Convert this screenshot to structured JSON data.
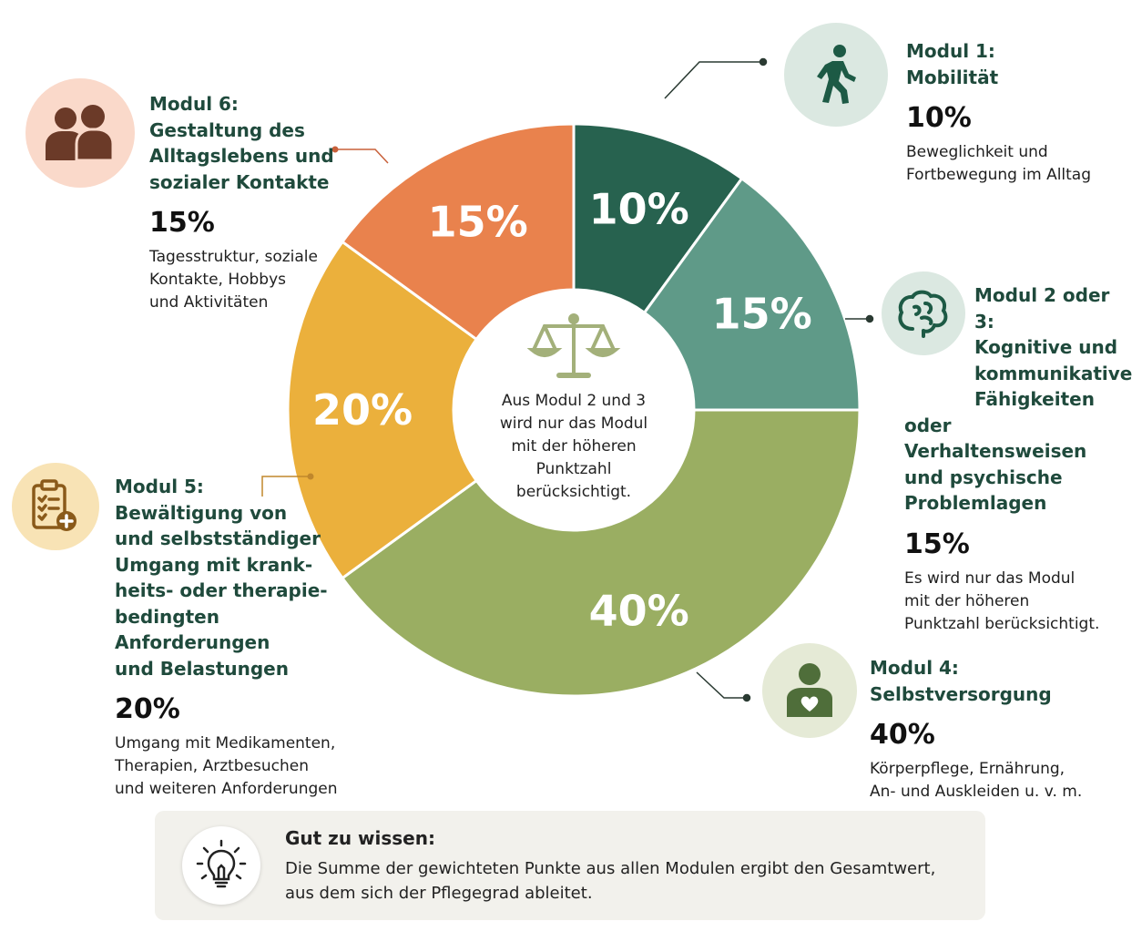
{
  "chart_data": {
    "type": "pie",
    "variant": "donut",
    "slices": [
      {
        "label": "Modul 1",
        "value": 10,
        "label_text": "10%",
        "color": "#27624f"
      },
      {
        "label": "Modul 2 oder 3",
        "value": 15,
        "label_text": "15%",
        "color": "#5f9a88"
      },
      {
        "label": "Modul 4",
        "value": 40,
        "label_text": "40%",
        "color": "#9aae62"
      },
      {
        "label": "Modul 5",
        "value": 20,
        "label_text": "20%",
        "color": "#ebb03c"
      },
      {
        "label": "Modul 6",
        "value": 15,
        "label_text": "15%",
        "color": "#e9824d"
      }
    ],
    "center_text": [
      "Aus Modul 2 und 3",
      "wird nur das Modul",
      "mit der höheren",
      "Punktzahl",
      "berücksichtigt."
    ]
  },
  "modules": {
    "m1": {
      "title": [
        "Modul 1:",
        "Mobilität"
      ],
      "pct": "10%",
      "desc": [
        "Beweglichkeit und",
        "Fortbewegung im Alltag"
      ]
    },
    "m23": {
      "title": [
        "Modul 2 oder 3:",
        "Kognitive und",
        "kommunikative",
        "Fähigkeiten",
        "oder Verhaltensweisen",
        "und psychische",
        "Problemlagen"
      ],
      "pct": "15%",
      "desc": [
        "Es wird nur das Modul",
        "mit der höheren",
        "Punktzahl berücksichtigt."
      ]
    },
    "m4": {
      "title": [
        "Modul 4:",
        "Selbstversorgung"
      ],
      "pct": "40%",
      "desc": [
        "Körperpflege, Ernährung,",
        "An- und Auskleiden u. v. m."
      ]
    },
    "m5": {
      "title": [
        "Modul 5:",
        "Bewältigung von",
        "und selbstständiger",
        "Umgang mit krank-",
        "heits- oder therapie-",
        "bedingten Anforderungen",
        "und Belastungen"
      ],
      "pct": "20%",
      "desc": [
        "Umgang mit Medikamenten,",
        "Therapien, Arztbesuchen",
        "und weiteren Anforderungen"
      ]
    },
    "m6": {
      "title": [
        "Modul 6:",
        "Gestaltung des",
        "Alltagslebens und",
        "sozialer Kontakte"
      ],
      "pct": "15%",
      "desc": [
        "Tagesstruktur, soziale",
        "Kontakte, Hobbys",
        "und Aktivitäten"
      ]
    }
  },
  "icons": {
    "m1": "walking-person-icon",
    "m23": "brain-icon",
    "m4": "person-heart-icon",
    "m5": "clipboard-plus-icon",
    "m6": "people-icon",
    "center": "scales-icon",
    "tip": "lightbulb-icon"
  },
  "tip": {
    "title": "Gut zu wissen:",
    "text": [
      "Die Summe der gewichteten Punkte aus allen Modulen ergibt den Gesamtwert,",
      "aus dem sich der Pflegegrad ableitet."
    ]
  }
}
